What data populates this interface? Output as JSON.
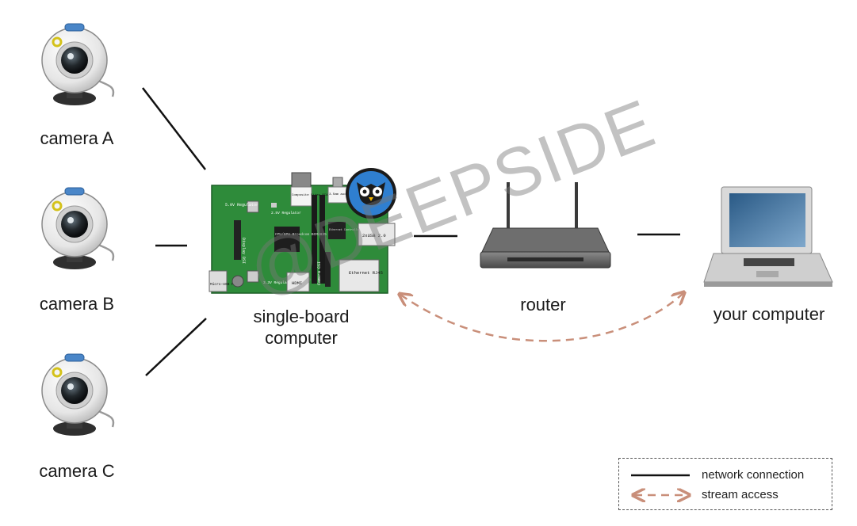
{
  "nodes": {
    "camera_a": "camera A",
    "camera_b": "camera B",
    "camera_c": "camera C",
    "sbc": "single-board computer",
    "router": "router",
    "your_computer": "your computer"
  },
  "board_labels": {
    "reg5": "5.0V Regulator",
    "reg25": "2.5V Regulator",
    "composite": "Composite Video RCA",
    "audio": "3.5mm audio out",
    "cpu": "CPU/GPU Broadcom BCM2835",
    "display": "Display DSI",
    "usb": "2xUSB 2.0",
    "ethernet_ctrl": "Ethernet Controller",
    "microusb": "Micro-USB Power",
    "reg33": "3.3V Regulator",
    "hdmi": "HDMI",
    "camera_csi": "Camera CSI",
    "ethernet": "Ethernet RJ45"
  },
  "legend": {
    "network": "network connection",
    "stream": "stream access"
  },
  "watermark": "@DEEPSIDE",
  "colors": {
    "line": "#111111",
    "stream_arrow": "#c98f7a",
    "board_green": "#2e8b3a",
    "logo_blue": "#2f7fd0"
  },
  "icons": [
    "webcam-icon",
    "board-icon",
    "owl-logo-icon",
    "router-icon",
    "laptop-icon"
  ]
}
